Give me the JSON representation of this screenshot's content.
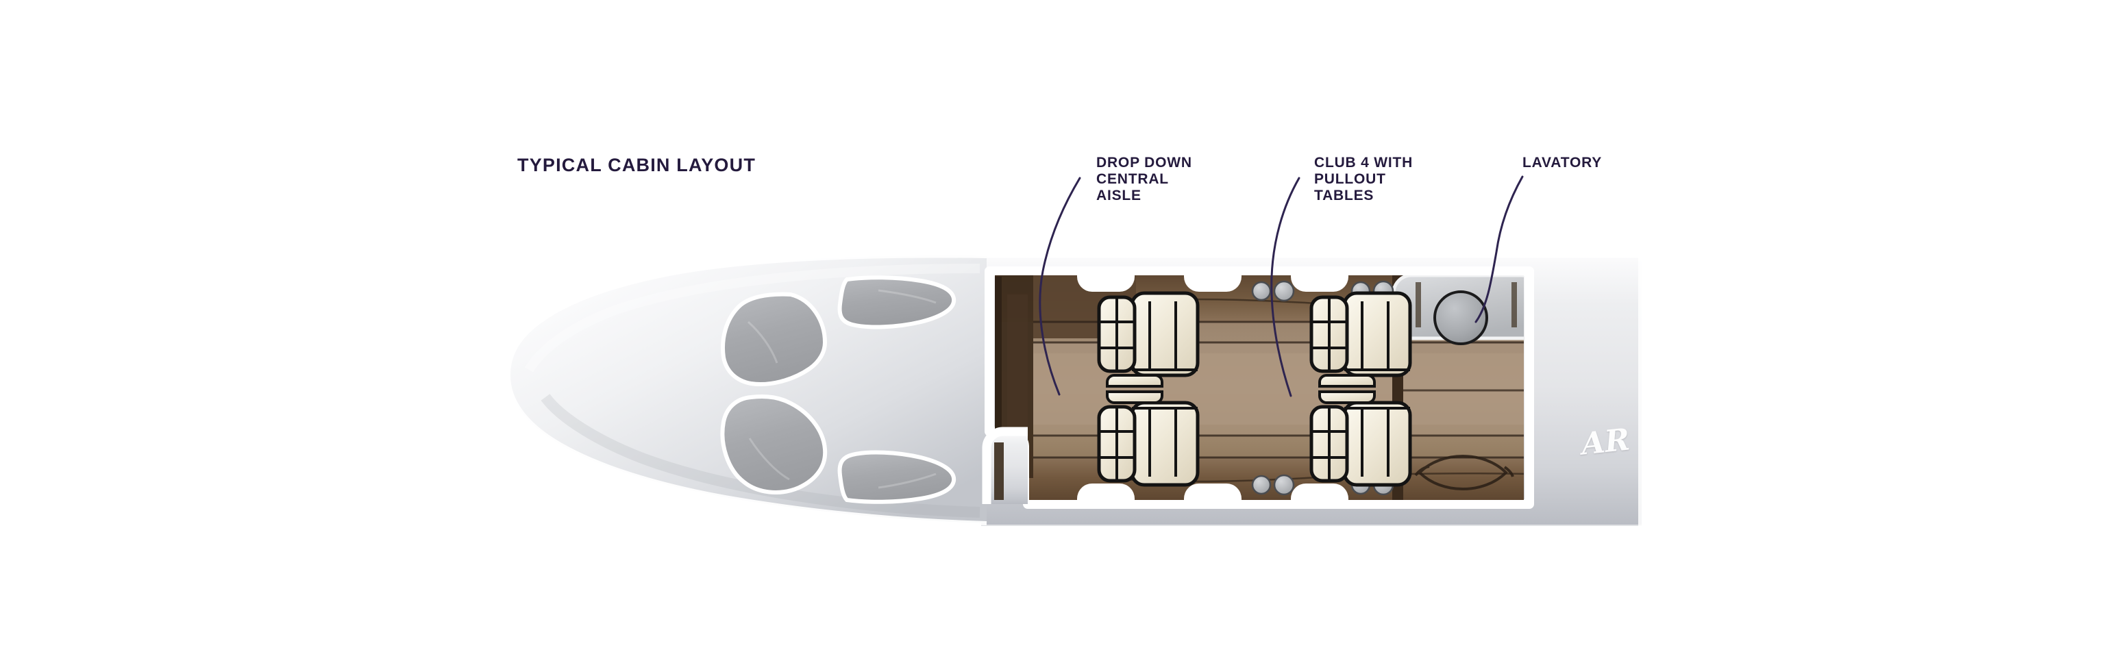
{
  "diagram": {
    "title": "TYPICAL CABIN LAYOUT",
    "subject": "business jet cabin floor plan, top-down cutaway",
    "accent_color": "#241a3d",
    "leader_line_color": "#2e2450",
    "fuselage_color": "#e2e4e7",
    "cabin_floor_color": "#9c8570",
    "cabin_wall_color": "#6d5540",
    "seat_color": "#ece5d4",
    "window_color": "#a8aaad",
    "lavatory_color": "#c6c8cb"
  },
  "annotations": [
    {
      "id": "drop-down-central-aisle",
      "label": "DROP DOWN\nCENTRAL\nAISLE"
    },
    {
      "id": "club-4-with-pullout-tables",
      "label": "CLUB 4 WITH\nPULLOUT\nTABLES"
    },
    {
      "id": "lavatory",
      "label": "LAVATORY"
    }
  ],
  "signature": {
    "text": "AR"
  },
  "cabin": {
    "seats": [
      {
        "id": "seat-forward-left",
        "position": "forward port",
        "facing": "aft"
      },
      {
        "id": "seat-forward-right",
        "position": "forward starboard",
        "facing": "aft"
      },
      {
        "id": "seat-aft-left",
        "position": "aft port",
        "facing": "forward"
      },
      {
        "id": "seat-aft-right",
        "position": "aft starboard",
        "facing": "forward"
      }
    ],
    "features": [
      {
        "id": "entry-door",
        "label": "entry door recess"
      },
      {
        "id": "galley-cabinet",
        "label": "forward cabinet"
      },
      {
        "id": "lavatory-room",
        "label": "lavatory"
      },
      {
        "id": "toilet",
        "label": "toilet"
      },
      {
        "id": "sink-basin",
        "label": "sink basin"
      }
    ],
    "cockpit": {
      "windows": [
        {
          "id": "windscreen-upper-main"
        },
        {
          "id": "windscreen-lower-main"
        },
        {
          "id": "side-window-upper"
        },
        {
          "id": "side-window-lower"
        }
      ]
    }
  }
}
